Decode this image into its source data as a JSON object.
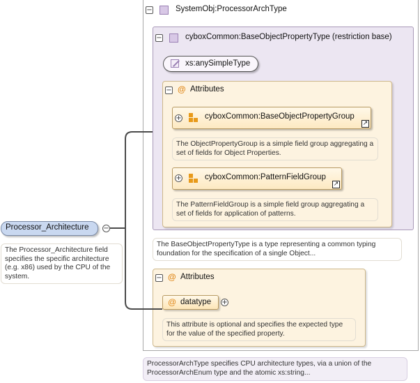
{
  "root": {
    "title": "SystemObj:ProcessorArchType",
    "restriction_title": "cyboxCommon:BaseObjectPropertyType (restriction base)",
    "simple_type": "xs:anySimpleType",
    "attributes_label": "Attributes",
    "groups": [
      {
        "name": "cyboxCommon:BaseObjectPropertyGroup",
        "doc": "The ObjectPropertyGroup is a simple field group aggregating a set of fields for Object Properties."
      },
      {
        "name": "cyboxCommon:PatternFieldGroup",
        "doc": "The PatternFieldGroup is a simple field group aggregating a set of fields for application of patterns."
      }
    ],
    "base_doc": "The BaseObjectPropertyType is a type representing a common typing foundation for the specification of a single Object...",
    "attributes2_label": "Attributes",
    "attribute": {
      "name": "datatype",
      "doc": "This attribute is optional and specifies the expected type for the value of the specified property."
    },
    "type_doc": "ProcessorArchType specifies CPU architecture types, via a union of the ProcessorArchEnum type and the atomic xs:string..."
  },
  "element": {
    "name": "Processor_Architecture",
    "doc": "The Processor_Architecture field specifies the specific architecture (e.g. x86) used by the CPU of the system."
  },
  "colors": {
    "element_fill": "#c9d8f0",
    "type_box_border": "#9a9a9a",
    "restriction_box": "#ece6f2",
    "attributes_box": "#fdf3e0",
    "group_fill": "#fde9c2",
    "connector": "#4a4a4a"
  }
}
